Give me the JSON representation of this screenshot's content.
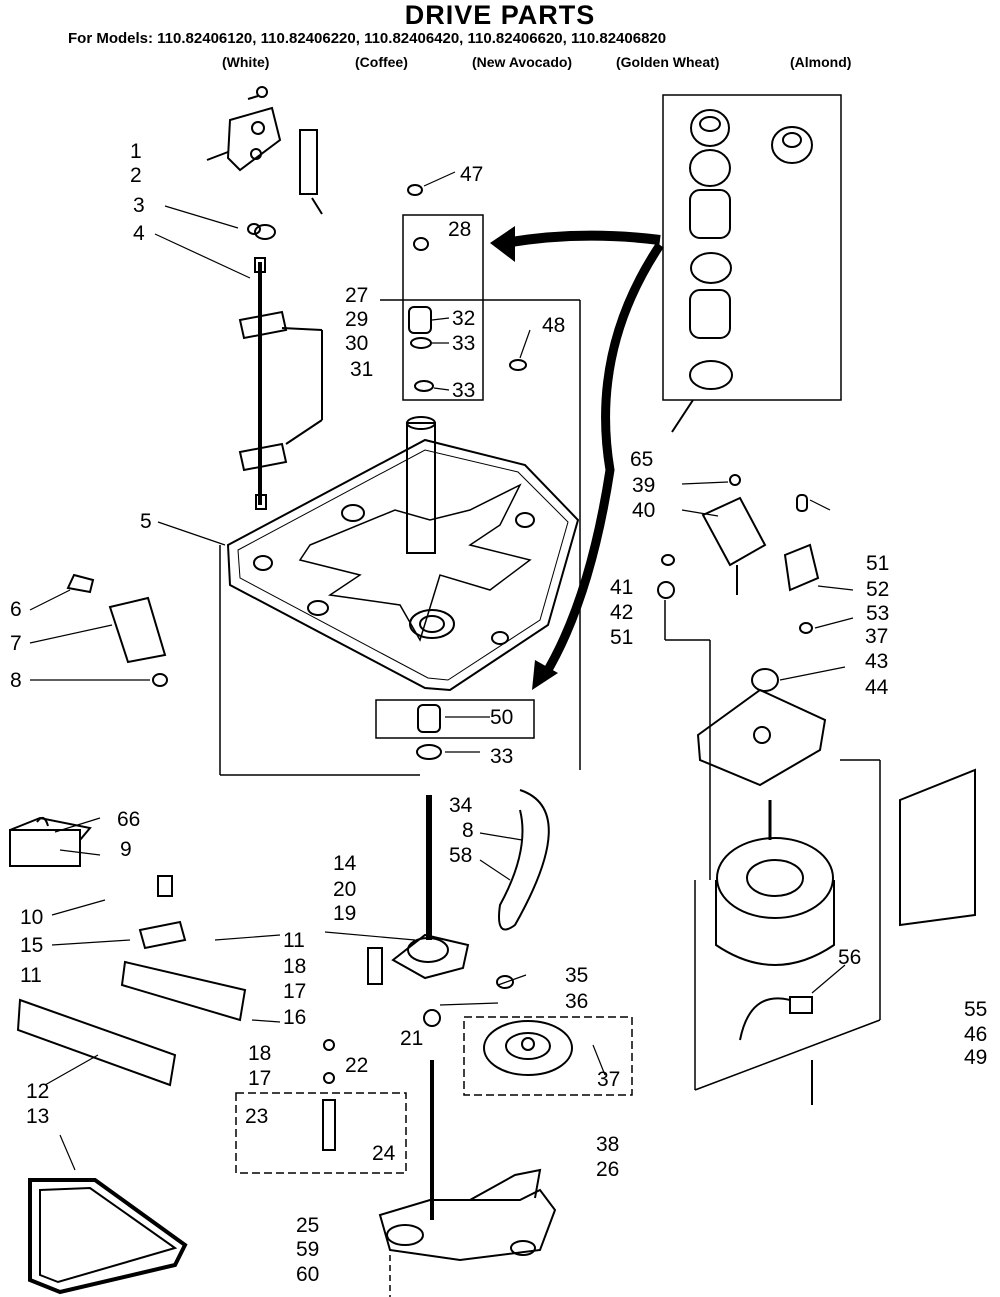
{
  "title": "DRIVE PARTS",
  "models_prefix": "For Models:",
  "models": [
    "110.82406120,",
    "110.82406220,",
    "110.82406420,",
    "110.82406620,",
    "110.82406820"
  ],
  "colors": [
    "(White)",
    "(Coffee)",
    "(New Avocado)",
    "(Golden Wheat)",
    "(Almond)"
  ],
  "callouts": [
    "1",
    "2",
    "3",
    "4",
    "5",
    "6",
    "7",
    "8",
    "10",
    "11",
    "12",
    "13",
    "14",
    "15",
    "16",
    "17",
    "17",
    "18",
    "18",
    "19",
    "20",
    "21",
    "22",
    "23",
    "24",
    "25",
    "26",
    "27",
    "28",
    "29",
    "30",
    "31",
    "32",
    "33",
    "33",
    "33",
    "34",
    "35",
    "36",
    "37",
    "37",
    "38",
    "39",
    "40",
    "41",
    "42",
    "43",
    "44",
    "46",
    "47",
    "48",
    "49",
    "50",
    "51",
    "51",
    "52",
    "53",
    "55",
    "56",
    "58",
    "59",
    "60",
    "65",
    "66",
    "8",
    "9",
    "11"
  ]
}
